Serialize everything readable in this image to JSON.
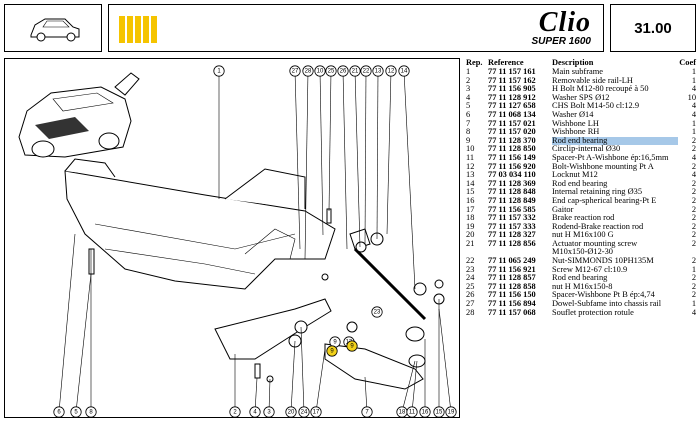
{
  "header": {
    "brand": "Clio",
    "model": "SUPER 1600",
    "page_number": "31.00"
  },
  "table": {
    "headers": {
      "rep": "Rep.",
      "reference": "Reference",
      "description": "Description",
      "coef": "Coef"
    },
    "rows": [
      {
        "rep": "1",
        "ref": "77 11 157 161",
        "desc": "Main subframe",
        "coef": "1"
      },
      {
        "rep": "2",
        "ref": "77 11 157 162",
        "desc": "Removable side rail-LH",
        "coef": "1"
      },
      {
        "rep": "3",
        "ref": "77 11 156 905",
        "desc": "H Bolt M12-80 recoupé à 50",
        "coef": "4"
      },
      {
        "rep": "4",
        "ref": "77 11 128 912",
        "desc": "Washer SPS Ø12",
        "coef": "10"
      },
      {
        "rep": "5",
        "ref": "77 11 127 658",
        "desc": "CHS Bolt M14-50 cl:12.9",
        "coef": "4"
      },
      {
        "rep": "6",
        "ref": "77 11 068 134",
        "desc": "Washer Ø14",
        "coef": "4"
      },
      {
        "rep": "7",
        "ref": "77 11 157 021",
        "desc": "Wishbone LH",
        "coef": "1"
      },
      {
        "rep": "8",
        "ref": "77 11 157 020",
        "desc": "Wishbone RH",
        "coef": "1"
      },
      {
        "rep": "9",
        "ref": "77 11 128 370",
        "desc": "Rod end bearing",
        "coef": "2",
        "highlight": true
      },
      {
        "rep": "10",
        "ref": "77 11 128 850",
        "desc": "Circlip-internal Ø30",
        "coef": "2"
      },
      {
        "rep": "11",
        "ref": "77 11 156 149",
        "desc": "Spacer-Pt A-Wishbone ép:16,5mm",
        "coef": "4"
      },
      {
        "rep": "12",
        "ref": "77 11 156 920",
        "desc": "Bolt-Wishbone mounting Pt A",
        "coef": "2"
      },
      {
        "rep": "13",
        "ref": "77 03 034 110",
        "desc": "Locknut M12",
        "coef": "4"
      },
      {
        "rep": "14",
        "ref": "77 11 128 369",
        "desc": "Rod end bearing",
        "coef": "2"
      },
      {
        "rep": "15",
        "ref": "77 11 128 848",
        "desc": "Internal retaining ring Ø35",
        "coef": "2"
      },
      {
        "rep": "16",
        "ref": "77 11 128 849",
        "desc": "End cap-spherical bearing-Pt E",
        "coef": "2"
      },
      {
        "rep": "17",
        "ref": "77 11 156 585",
        "desc": "Gaitor",
        "coef": "2"
      },
      {
        "rep": "18",
        "ref": "77 11 157 332",
        "desc": "Brake reaction rod",
        "coef": "2"
      },
      {
        "rep": "19",
        "ref": "77 11 157 333",
        "desc": "Rodend-Brake reaction rod",
        "coef": "2"
      },
      {
        "rep": "20",
        "ref": "77 11 128 327",
        "desc": "nut H M16x100 G",
        "coef": "2"
      },
      {
        "rep": "21",
        "ref": "77 11 128 856",
        "desc": "Actuator mounting screw",
        "coef": "2"
      },
      {
        "rep": "",
        "ref": "",
        "desc": "M10x150-Ø12-30",
        "coef": ""
      },
      {
        "rep": "22",
        "ref": "77 11 065 249",
        "desc": "Nut-SIMMONDS 10PH135M",
        "coef": "2"
      },
      {
        "rep": "23",
        "ref": "77 11 156 921",
        "desc": "Screw M12-67 cl:10.9",
        "coef": "1"
      },
      {
        "rep": "24",
        "ref": "77 11 128 857",
        "desc": "Rod end bearing",
        "coef": "2"
      },
      {
        "rep": "25",
        "ref": "77 11 128 858",
        "desc": "nut H M16x150-8",
        "coef": "2"
      },
      {
        "rep": "26",
        "ref": "77 11 156 150",
        "desc": "Spacer-Wishbone Pt B ép:4,74",
        "coef": "2"
      },
      {
        "rep": "27",
        "ref": "77 11 156 894",
        "desc": "Dowel-Subfame into chassis rail",
        "coef": "1"
      },
      {
        "rep": "28",
        "ref": "77 11 157 068",
        "desc": "Souflet protection rotule",
        "coef": "4"
      }
    ]
  },
  "drawing": {
    "top_callouts": [
      "27",
      "28",
      "10",
      "25",
      "26",
      "21",
      "22",
      "13",
      "12",
      "14"
    ],
    "left_callouts": [
      "1"
    ],
    "bottom_callouts": [
      "6",
      "5",
      "8",
      "2",
      "4",
      "3",
      "20",
      "24",
      "17",
      "7",
      "18",
      "11",
      "16",
      "15",
      "19"
    ],
    "inline_callouts": [
      "23",
      "9",
      "13"
    ],
    "highlighted_callouts": [
      "9",
      "9"
    ],
    "highlight_color": "#f2d21a"
  }
}
